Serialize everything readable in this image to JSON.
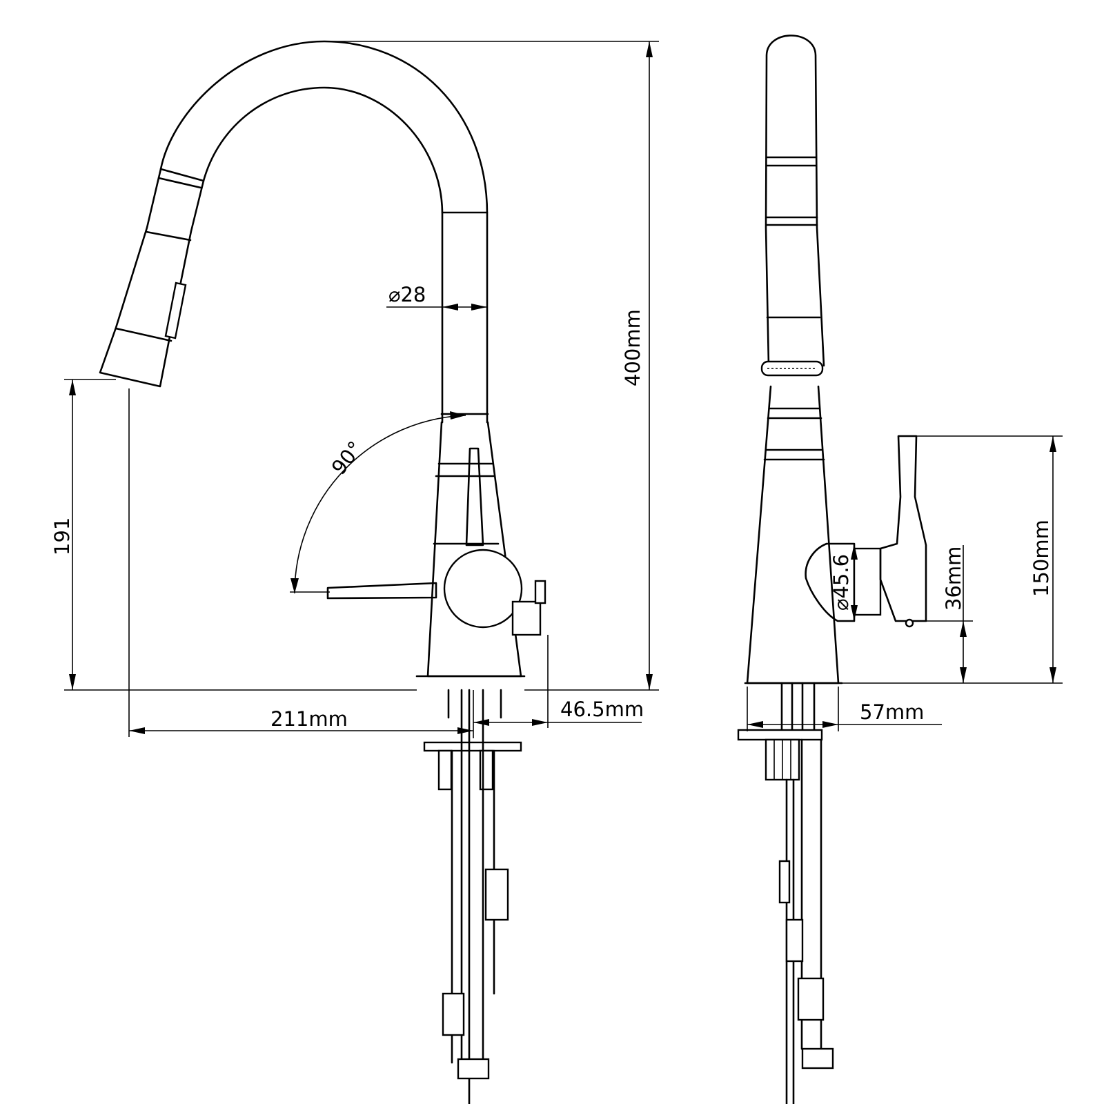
{
  "dimensions": {
    "front_height": "400mm",
    "spout_diameter": "⌀28",
    "lever_rotation": "90°",
    "spout_clearance": "191",
    "spout_reach": "211mm",
    "lever_offset": "46.5mm",
    "side_height": "150mm",
    "body_diameter": "⌀45.6",
    "lever_block": "36mm",
    "base_width": "57mm"
  },
  "colors": {
    "line": "#000000",
    "background": "#ffffff"
  }
}
